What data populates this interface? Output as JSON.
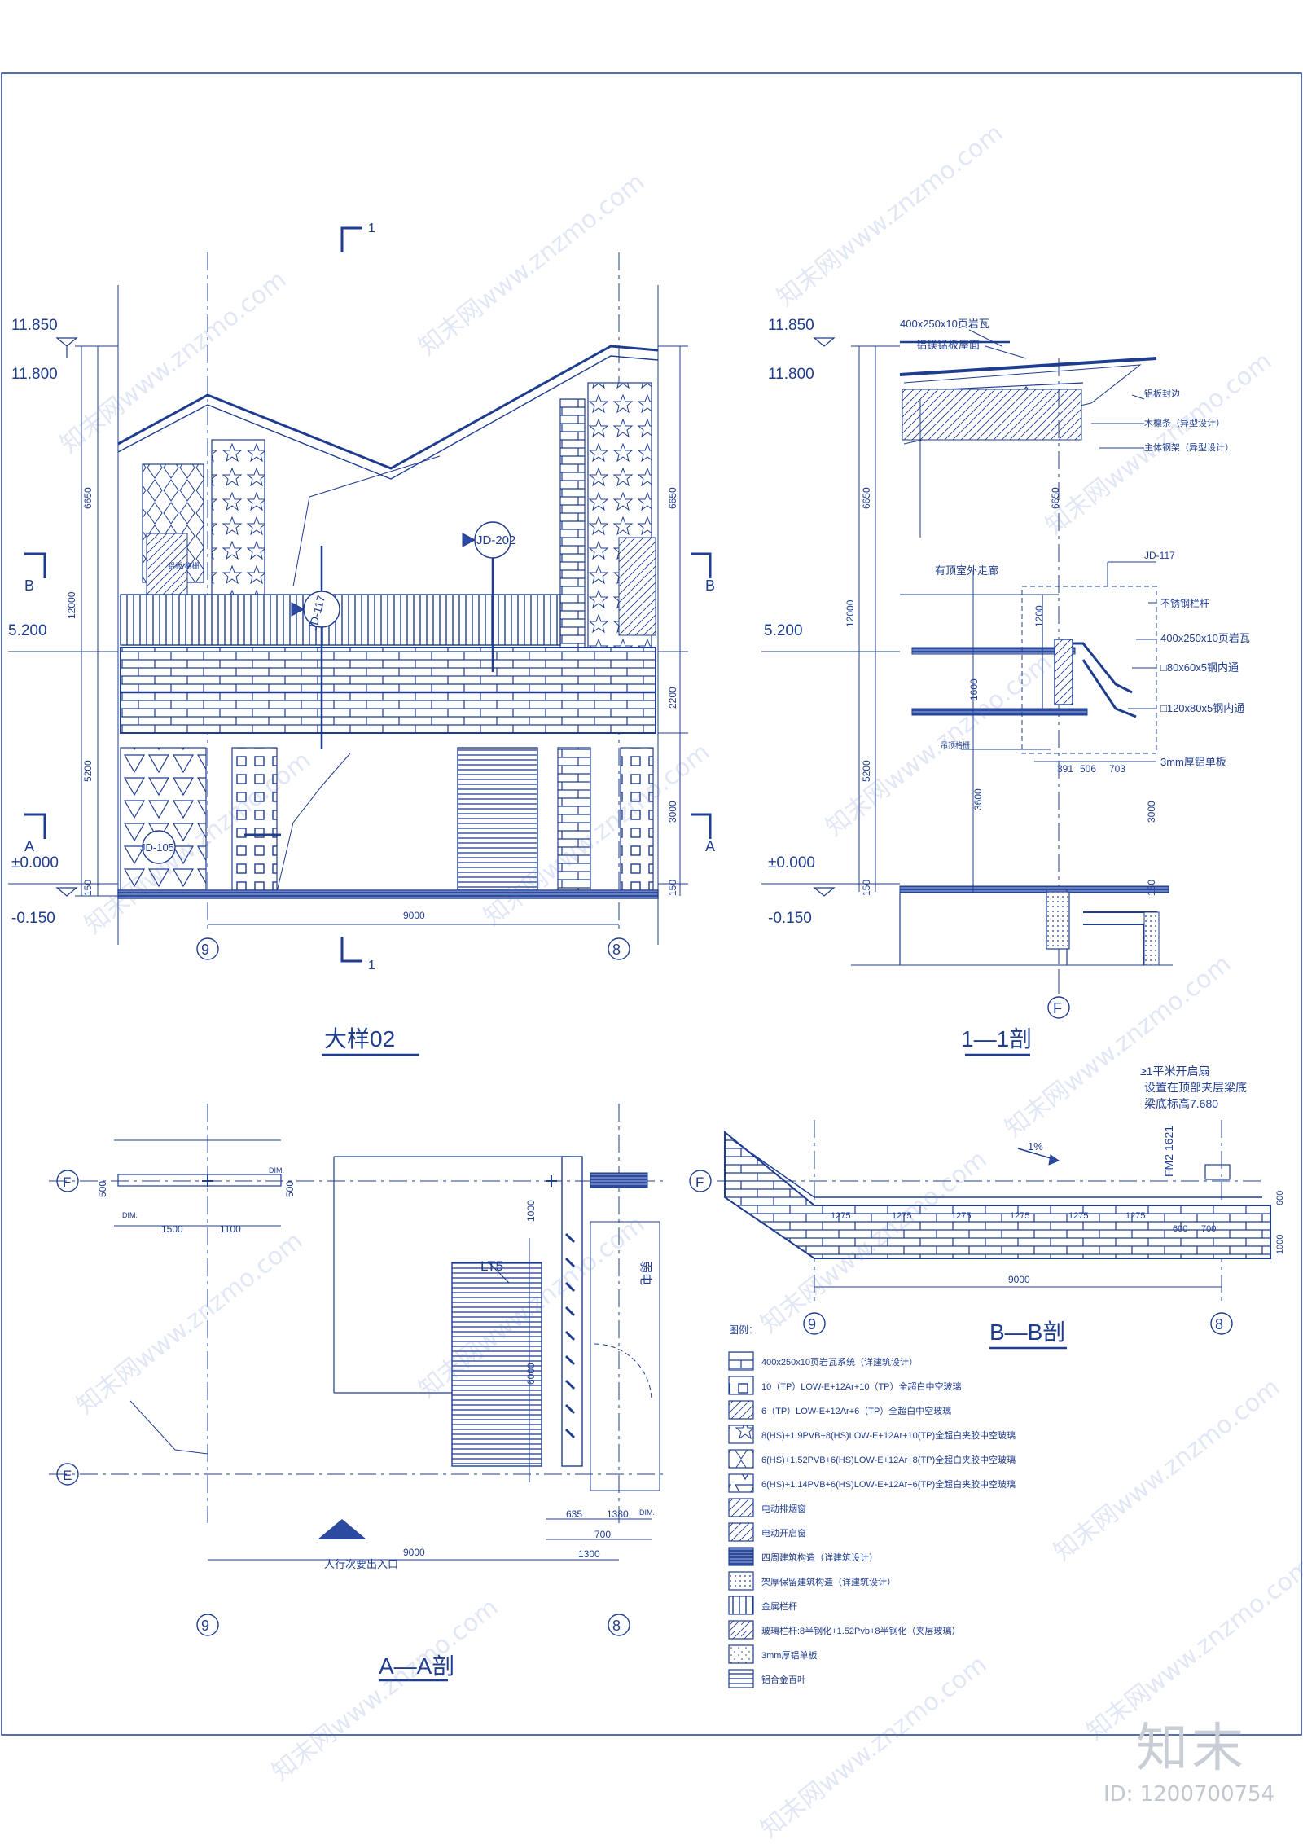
{
  "colors": {
    "line": "#1f3d8f",
    "fill": "#2b4aa0",
    "light": "#8a9ccc",
    "watermark": "#6f86c8",
    "paper": "#ffffff"
  },
  "detail02": {
    "title": "大样02",
    "cut_mark_top": "1",
    "cut_mark_bottom": "1",
    "section_b": "B",
    "section_a": "A",
    "levels": {
      "top1": "11.850",
      "top2": "11.800",
      "mid": "5.200",
      "zero": "±0.000",
      "minus": "-0.150"
    },
    "dims_left": [
      "6650",
      "12000",
      "5200",
      "150"
    ],
    "dims_right": [
      "6650",
      "2200",
      "3000",
      "150"
    ],
    "overall": "9000",
    "axis_left": "9",
    "axis_right": "8",
    "callouts": [
      "JD-117",
      "JD-202",
      "JD-105"
    ],
    "note_small": "铝板/格栅"
  },
  "section11": {
    "title": "1—1剖",
    "levels": {
      "top1": "11.850",
      "top2": "11.800",
      "mid": "5.200",
      "zero": "±0.000",
      "minus": "-0.150"
    },
    "dims_left": [
      "6650",
      "12000",
      "5200",
      "150"
    ],
    "dims_right": [
      "6650",
      "1200",
      "1600",
      "3600",
      "3000",
      "150"
    ],
    "notes": [
      "400x250x10页岩瓦",
      "铝镁锰板屋面",
      "铝板封边",
      "木檩条（异型设计）",
      "主体钢架（异型设计）"
    ],
    "callout": "JD-117",
    "corridor": "有顶室外走廊",
    "notes2": [
      "不锈钢栏杆",
      "400x250x10页岩瓦",
      "□80x60x5钢内通",
      "□120x80x5钢内通",
      "3mm厚铝单板"
    ],
    "small": "吊顶格栅",
    "dims_bottom": [
      "391",
      "506",
      "703"
    ],
    "axis": "F"
  },
  "sectionAA": {
    "title": "A—A剖",
    "axis_top": "F",
    "axis_mid": "E",
    "axis_left": "9",
    "axis_right": "8",
    "dims_top": [
      "500",
      "1500",
      "1100",
      "500"
    ],
    "dims_mid": [
      "1000",
      "6000"
    ],
    "dims_bottom": [
      "635",
      "1380",
      "700",
      "1300"
    ],
    "overall": "9000",
    "stair": "LT5",
    "room": "弱电",
    "entrance": "人行次要出入口",
    "dim_tag": "DIM."
  },
  "sectionBB": {
    "title": "B—B剖",
    "notes": [
      "≥1平米开启扇",
      "设置在顶部夹层梁底",
      "梁底标高7.680"
    ],
    "tag": "FM2 1621",
    "slope": "1%",
    "dims": [
      "1275",
      "1275",
      "1275",
      "1275",
      "1275",
      "1275",
      "600",
      "700"
    ],
    "dims_right": [
      "600",
      "1000"
    ],
    "overall": "9000",
    "axis_left": "9",
    "axis_right": "8",
    "axis_top": "F"
  },
  "legend": {
    "title": "图例：",
    "items": [
      {
        "pattern": "brick",
        "label": "400x250x10页岩瓦系统（详建筑设计）"
      },
      {
        "pattern": "grid",
        "label": "10（TP）LOW-E+12Ar+10（TP）全超白中空玻璃"
      },
      {
        "pattern": "hatch",
        "label": "6（TP）LOW-E+12Ar+6（TP）全超白中空玻璃"
      },
      {
        "pattern": "star",
        "label": "8(HS)+1.9PVB+8(HS)LOW-E+12Ar+10(TP)全超白夹胶中空玻璃"
      },
      {
        "pattern": "diamond",
        "label": "6(HS)+1.52PVB+6(HS)LOW-E+12Ar+8(TP)全超白夹胶中空玻璃"
      },
      {
        "pattern": "tri",
        "label": "6(HS)+1.14PVB+6(HS)LOW-E+12Ar+6(TP)全超白夹胶中空玻璃"
      },
      {
        "pattern": "smoke",
        "label": "电动排烟窗"
      },
      {
        "pattern": "open",
        "label": "电动开启窗"
      },
      {
        "pattern": "dense",
        "label": "四周建筑构造（详建筑设计）"
      },
      {
        "pattern": "dots",
        "label": "架厚保留建筑构造（详建筑设计）"
      },
      {
        "pattern": "vbar",
        "label": "金属栏杆"
      },
      {
        "pattern": "glass",
        "label": "玻璃栏杆:8半钢化+1.52Pvb+8半钢化（夹层玻璃）"
      },
      {
        "pattern": "speck",
        "label": "3mm厚铝单板"
      },
      {
        "pattern": "louver",
        "label": "铝合金百叶"
      }
    ]
  },
  "watermark": {
    "text": "知末网www.znzmo.com",
    "brand": "知末",
    "id": "ID: 1200700754"
  }
}
